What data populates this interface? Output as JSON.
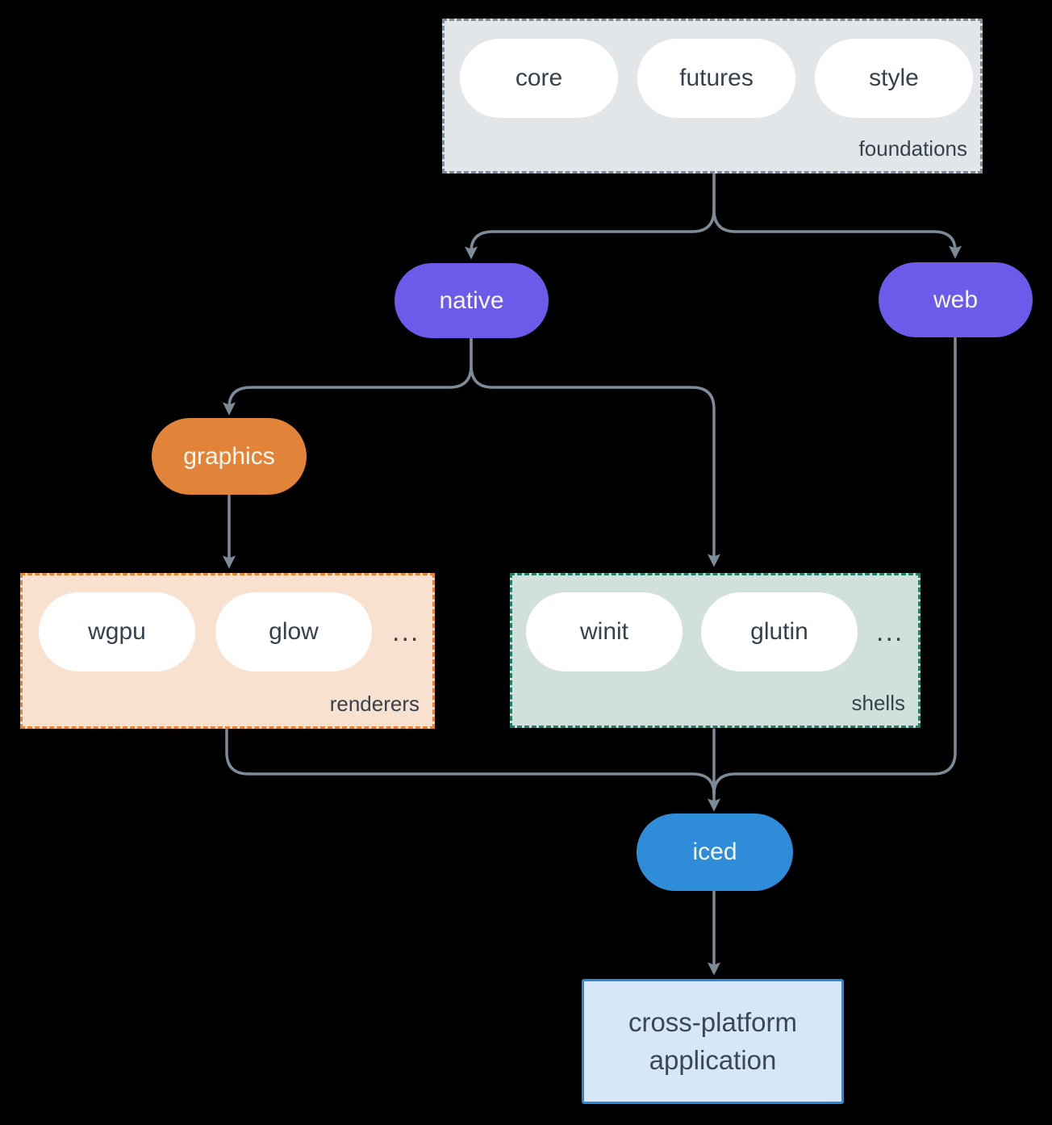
{
  "diagram": {
    "foundations": {
      "label": "foundations",
      "pills": [
        "core",
        "futures",
        "style"
      ]
    },
    "native": {
      "label": "native"
    },
    "web": {
      "label": "web"
    },
    "graphics": {
      "label": "graphics"
    },
    "renderers": {
      "label": "renderers",
      "pills": [
        "wgpu",
        "glow"
      ],
      "more": "..."
    },
    "shells": {
      "label": "shells",
      "pills": [
        "winit",
        "glutin"
      ],
      "more": "..."
    },
    "iced": {
      "label": "iced"
    },
    "application": {
      "line1": "cross-platform",
      "line2": "application"
    }
  },
  "colors": {
    "background": "#000000",
    "edge": "#7D8A97",
    "foundations_fill": "#E2E6E9",
    "foundations_border": "#7E8B99",
    "pill_fill": "#FFFFFF",
    "pill_text": "#35414D",
    "native_web_fill": "#6C5BEA",
    "graphics_fill": "#E18339",
    "renderers_fill": "#F8E1CF",
    "renderers_border": "#E8822E",
    "shells_fill": "#D1E0DA",
    "shells_border": "#207D6C",
    "iced_fill": "#2E8CD9",
    "application_fill": "#D6E7F8",
    "application_border": "#2E87D6",
    "application_text": "#3A4754"
  }
}
